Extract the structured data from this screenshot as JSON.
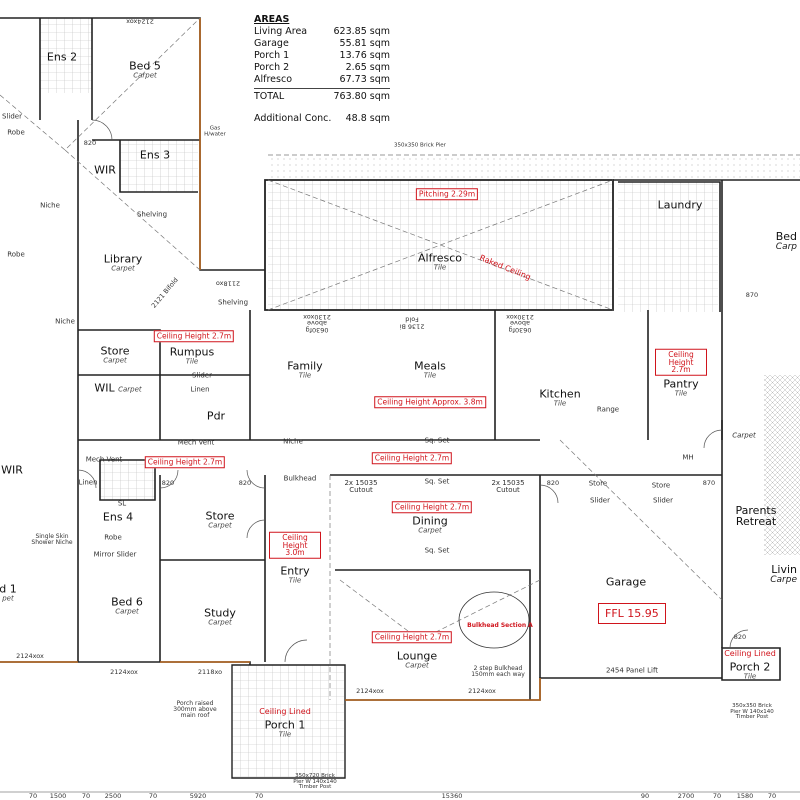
{
  "areas": {
    "title": "AREAS",
    "rows": [
      {
        "label": "Living Area",
        "value": "623.85 sqm"
      },
      {
        "label": "Garage",
        "value": "55.81 sqm"
      },
      {
        "label": "Porch 1",
        "value": "13.76 sqm"
      },
      {
        "label": "Porch 2",
        "value": "2.65 sqm"
      },
      {
        "label": "Alfresco",
        "value": "67.73 sqm"
      }
    ],
    "total": {
      "label": "TOTAL",
      "value": "763.80 sqm"
    },
    "additional": {
      "label": "Additional Conc.",
      "value": "48.8 sqm"
    }
  },
  "rooms": {
    "ens2": {
      "name": "Ens 2"
    },
    "bed5": {
      "name": "Bed 5",
      "floor": "Carpet"
    },
    "wir1": {
      "name": "WIR"
    },
    "ens3": {
      "name": "Ens 3"
    },
    "library": {
      "name": "Library",
      "floor": "Carpet"
    },
    "store1": {
      "name": "Store",
      "floor": "Carpet"
    },
    "rumpus": {
      "name": "Rumpus",
      "floor": "Tile"
    },
    "wil": {
      "name": "WIL",
      "floor": "Carpet"
    },
    "pdr": {
      "name": "Pdr"
    },
    "family": {
      "name": "Family",
      "floor": "Tile"
    },
    "meals": {
      "name": "Meals",
      "floor": "Tile"
    },
    "kitchen": {
      "name": "Kitchen",
      "floor": "Tile"
    },
    "pantry": {
      "name": "Pantry",
      "floor": "Tile"
    },
    "alfresco": {
      "name": "Alfresco",
      "floor": "Tile"
    },
    "laundry": {
      "name": "Laundry"
    },
    "bed_right": {
      "name": "Bed",
      "floor": "Carp"
    },
    "wir2": {
      "name": "WIR"
    },
    "ens4": {
      "name": "Ens 4"
    },
    "store2": {
      "name": "Store",
      "floor": "Carpet"
    },
    "entry": {
      "name": "Entry",
      "floor": "Tile"
    },
    "dining": {
      "name": "Dining",
      "floor": "Carpet"
    },
    "garage": {
      "name": "Garage"
    },
    "parents_retreat": {
      "name": "Parents Retreat"
    },
    "living": {
      "name": "Livin",
      "floor": "Carpe"
    },
    "bed6": {
      "name": "Bed 6",
      "floor": "Carpet"
    },
    "study": {
      "name": "Study",
      "floor": "Carpet"
    },
    "lounge": {
      "name": "Lounge",
      "floor": "Carpet"
    },
    "porch1": {
      "name": "Porch 1",
      "floor": "Tile"
    },
    "porch2": {
      "name": "Porch 2",
      "floor": "Tile"
    },
    "bed1": {
      "name": "d 1",
      "floor": "pet"
    }
  },
  "notes": {
    "rumpus_ch": "Ceiling Height 2.7m",
    "meals_ch": "Ceiling Height Approx. 3.8m",
    "pantry_ch": "Ceiling Height 2.7m",
    "pitching": "Pitching 2.29m",
    "raked": "Raked Ceiling",
    "hall_ch": "Ceiling Height 2.7m",
    "hall2_ch": "Ceiling Height 2.7m",
    "entry_ch": "Ceiling Height 3.0m",
    "dining_ch": "Ceiling Height 2.7m",
    "lounge_ch": "Ceiling Height 2.7m",
    "bulkhead": "Bulkhead Section A",
    "porch1_cl": "Ceiling Lined",
    "porch2_cl": "Ceiling Lined",
    "ffl": "FFL 15.95",
    "panel_lift": "2454 Panel Lift",
    "bulkhead_note": "2 step Bulkhead 150mm each way",
    "porch_raised": "Porch raised 300mm above main roof",
    "pier1": "350x720 Brick Pier W 140x140 Timber Post",
    "pier2": "350x350 Brick Pier W 140x140 Timber Post",
    "brick_pier_top": "350x350 Brick Pier",
    "shelving1": "Shelving",
    "shelving2": "Shelving",
    "niche1": "Niche",
    "niche2": "Niche",
    "niche3": "Niche",
    "mech_vent1": "Mech Vent",
    "mech_vent2": "Mech Vent",
    "gas_hw": "Gas H/water",
    "range": "Range",
    "bulkhead_label": "Bulkhead",
    "sq_set": "Sq. Set",
    "cutout1": "2x 15035 Cutout",
    "cutout2": "2x 15035 Cutout",
    "shower_niche": "Single Skin Shower Niche",
    "mirror_slider": "Mirror Slider",
    "robe": "Robe",
    "robe2": "Robe",
    "robe3": "Robe",
    "linen1": "Linen",
    "linen2": "Linen",
    "slider1": "Slider",
    "slider2": "Slider",
    "slider3": "Slider",
    "slider4": "Slider",
    "store_g1": "Store",
    "store_g2": "Store",
    "carpet": "Carpet",
    "sl": "SL",
    "mh": "MH"
  },
  "windows": {
    "w1": "2124xox",
    "w2": "2124xox",
    "w3": "2118xo",
    "w4": "2124xox",
    "w5": "2124xox",
    "w6": "2118xo",
    "w7": "2121 Bifold",
    "w8": "0630fg above 2130xox",
    "w9": "2136 Bi Fold",
    "w10": "0630fg above 2130xox"
  },
  "doors": {
    "d820": "820",
    "d870": "870"
  },
  "dimensions": [
    "70",
    "1500",
    "70",
    "2500",
    "70",
    "5920",
    "70",
    "15360",
    "90",
    "2700",
    "70",
    "1580",
    "70"
  ]
}
